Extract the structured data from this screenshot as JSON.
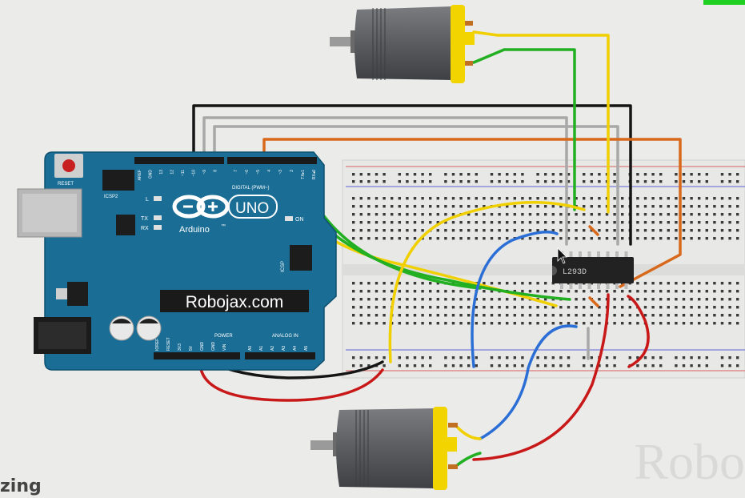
{
  "arduino": {
    "board_name": "UNO",
    "brand": "Arduino",
    "tm": "™",
    "label": "Robojax.com",
    "reset": "RESET",
    "icsp2": "ICSP2",
    "icsp": "ICSP",
    "digital": "DIGITAL (PWM~)",
    "power": "POWER",
    "analog_in": "ANALOG IN",
    "on": "ON",
    "led_l": "L",
    "led_tx": "TX",
    "led_rx": "RX",
    "header_top_pins": [
      "AREF",
      "GND",
      "13",
      "12",
      "~11",
      "~10",
      "~9",
      "8",
      "7",
      "~6",
      "~5",
      "4",
      "~3",
      "2",
      "TX▸1",
      "RX◂0"
    ],
    "header_power_pins": [
      "IOREF",
      "RESET",
      "3V3",
      "5V",
      "GND",
      "GND",
      "VIN"
    ],
    "header_analog_pins": [
      "A0",
      "A1",
      "A2",
      "A3",
      "A4",
      "A5"
    ]
  },
  "chip": {
    "label": "L293D"
  },
  "watermark": "Robo",
  "fz_text": "zing",
  "colors": {
    "board": "#1a6e96",
    "breadboard": "#e6e6e4",
    "wire_yellow": "#f0d000",
    "wire_green": "#22b022",
    "wire_black": "#151515",
    "wire_gray": "#a8a8a8",
    "wire_orange": "#d8681a",
    "wire_blue": "#2b6fd6",
    "wire_red": "#c81818",
    "motor_body": "#55575b",
    "motor_cap": "#f2d400"
  }
}
